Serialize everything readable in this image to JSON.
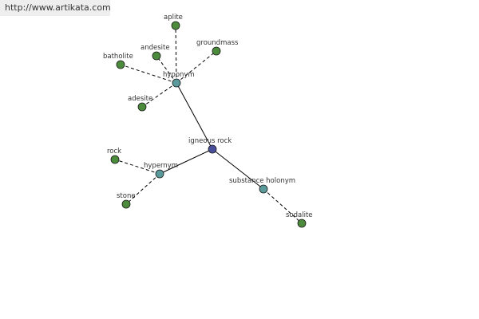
{
  "watermark": "http://www.artikata.com",
  "colors": {
    "center": "#4a4f9c",
    "relation": "#5b9a9a",
    "leaf": "#4c8a3c",
    "edge": "#000000"
  },
  "nodes": [
    {
      "id": "center",
      "label": "igneous rock",
      "kind": "center"
    },
    {
      "id": "hyponym",
      "label": "hyponym",
      "kind": "relation"
    },
    {
      "id": "hypernym",
      "label": "hypernym",
      "kind": "relation"
    },
    {
      "id": "holonym",
      "label": "substance holonym",
      "kind": "relation"
    },
    {
      "id": "aplite",
      "label": "aplite",
      "kind": "leaf"
    },
    {
      "id": "andesite",
      "label": "andesite",
      "kind": "leaf"
    },
    {
      "id": "groundmass",
      "label": "groundmass",
      "kind": "leaf"
    },
    {
      "id": "batholite",
      "label": "batholite",
      "kind": "leaf"
    },
    {
      "id": "adesite",
      "label": "adesite",
      "kind": "leaf"
    },
    {
      "id": "rock",
      "label": "rock",
      "kind": "leaf"
    },
    {
      "id": "stone",
      "label": "stone",
      "kind": "leaf"
    },
    {
      "id": "sodalite",
      "label": "sodalite",
      "kind": "leaf"
    }
  ],
  "edges": [
    {
      "from": "center",
      "to": "hyponym",
      "style": "solid"
    },
    {
      "from": "center",
      "to": "hypernym",
      "style": "solid"
    },
    {
      "from": "center",
      "to": "holonym",
      "style": "solid"
    },
    {
      "from": "hyponym",
      "to": "aplite",
      "style": "dashed"
    },
    {
      "from": "hyponym",
      "to": "andesite",
      "style": "dashed"
    },
    {
      "from": "hyponym",
      "to": "groundmass",
      "style": "dashed"
    },
    {
      "from": "hyponym",
      "to": "batholite",
      "style": "dashed"
    },
    {
      "from": "hyponym",
      "to": "adesite",
      "style": "dashed"
    },
    {
      "from": "hypernym",
      "to": "rock",
      "style": "dashed"
    },
    {
      "from": "hypernym",
      "to": "stone",
      "style": "dashed"
    },
    {
      "from": "holonym",
      "to": "sodalite",
      "style": "dashed"
    }
  ]
}
